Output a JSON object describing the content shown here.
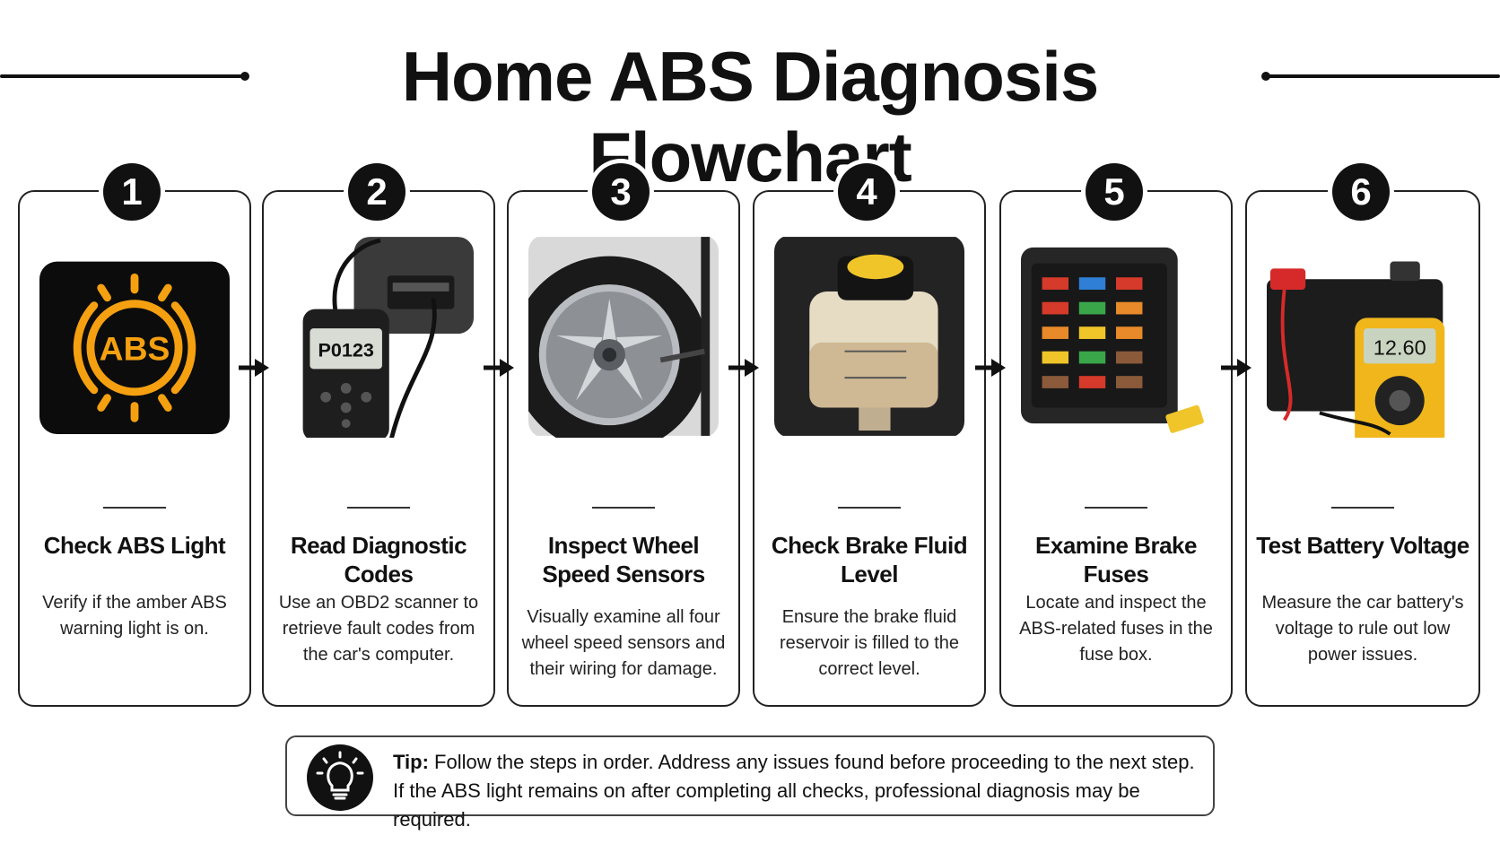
{
  "title": "Home ABS Diagnosis Flowchart",
  "steps": [
    {
      "number": "1",
      "title": "Check ABS Light",
      "description": "Verify if the amber ABS warning light is on.",
      "image_icon": "abs-warning-light-icon",
      "image_text": "ABS"
    },
    {
      "number": "2",
      "title": "Read Diagnostic Codes",
      "description": "Use an OBD2 scanner to retrieve fault codes from the car's computer.",
      "image_icon": "obd2-scanner-icon",
      "image_text": "P0123"
    },
    {
      "number": "3",
      "title": "Inspect Wheel Speed Sensors",
      "description": "Visually examine all four wheel speed sensors and their wiring for damage.",
      "image_icon": "car-wheel-icon"
    },
    {
      "number": "4",
      "title": "Check Brake Fluid Level",
      "description": "Ensure the brake fluid reservoir is filled to the correct level.",
      "image_icon": "brake-fluid-reservoir-icon"
    },
    {
      "number": "5",
      "title": "Examine Brake Fuses",
      "description": "Locate and inspect the ABS-related fuses in the fuse box.",
      "image_icon": "fuse-box-icon"
    },
    {
      "number": "6",
      "title": "Test Battery Voltage",
      "description": "Measure the car battery's voltage to rule out low power issues.",
      "image_icon": "battery-multimeter-icon",
      "image_text": "12.60"
    }
  ],
  "tip": {
    "label": "Tip:",
    "line1": "Follow the steps in order. Address any issues found before proceeding to the next step.",
    "line2": "If the ABS light remains on after completing all checks, professional diagnosis may be required.",
    "icon": "lightbulb-icon"
  },
  "colors": {
    "amber": "#f5a010",
    "dark": "#111111",
    "fuse_red": "#d63a2a",
    "fuse_blue": "#2f7fd6",
    "fuse_green": "#3aa64a",
    "fuse_yellow": "#f0c52a",
    "fuse_orange": "#e8892a",
    "fuse_brown": "#8a5a3a"
  }
}
